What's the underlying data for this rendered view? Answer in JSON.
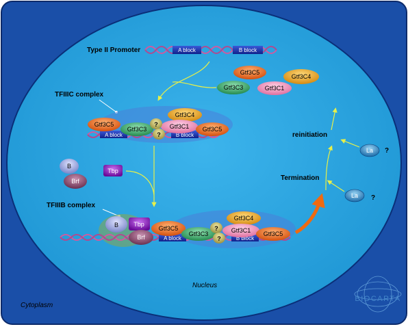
{
  "labels": {
    "type2_promoter": "Type II Promoter",
    "tfiiic_complex": "TFIIIC complex",
    "tfiiib_complex": "TFIIIB complex",
    "termination": "Termination",
    "reinitiation": "reinitiation",
    "nucleus": "Nucleus",
    "cytoplasm": "Cytoplasm",
    "logo": "BIOCARTA"
  },
  "blocks": {
    "a": "A block",
    "b": "B block"
  },
  "proteins": {
    "gtf3c5": "Gtf3C5",
    "gtf3c4": "Gtf3C4",
    "gtf3c3": "Gtf3C3",
    "gtf3c1": "Gtf3C1",
    "b": "B",
    "brf": "Brf",
    "tbp": "Tbp",
    "la": "La",
    "unknown": "?"
  },
  "colors": {
    "cytoplasm": "#1a4fa8",
    "nucleus": "#29a3e0",
    "gtf3c5": "#e8641a",
    "gtf3c4": "#e8a21a",
    "gtf3c3": "#3aa86a",
    "gtf3c1": "#f08ab4",
    "tbp": "#8a1ab4",
    "brf": "#9a5a7a",
    "b": "#9aa6e0",
    "la": "#2a78b8"
  }
}
